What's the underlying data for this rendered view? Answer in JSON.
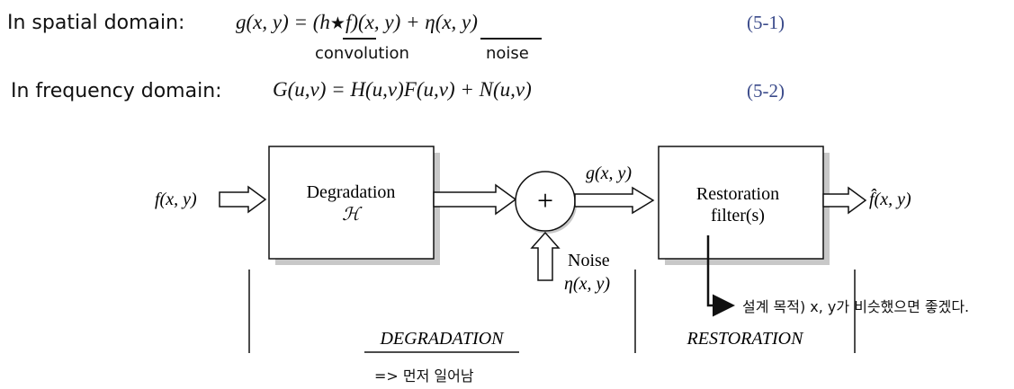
{
  "equations": [
    {
      "label": "In spatial domain:",
      "lhs": "g(x, y) = (h",
      "star": "★",
      "rhs1": "f)(x, y) + ",
      "noise_term": "η(x, y)",
      "number": "(5-1)",
      "underbrace_labels": [
        "convolution",
        "noise"
      ]
    },
    {
      "label": "In frequency domain:",
      "expr": "G(u,v) = H(u,v)F(u,v) + N(u,v)",
      "number": "(5-2)"
    }
  ],
  "diagram": {
    "input": "f(x, y)",
    "degradation_title": "Degradation",
    "degradation_symbol": "ℋ",
    "adder_symbol": "+",
    "g_label": "g(x, y)",
    "noise_label": "Noise",
    "noise_symbol": "η(x, y)",
    "restoration_line1": "Restoration",
    "restoration_line2": "filter(s)",
    "output": "f̂(x, y)",
    "section_degradation": "DEGRADATION",
    "section_restoration": "RESTORATION"
  },
  "annotations": {
    "design_goal": "설계 목적) x, y가 비슷했으면 좋겠다.",
    "occurs_first": "=> 먼저 일어남"
  }
}
